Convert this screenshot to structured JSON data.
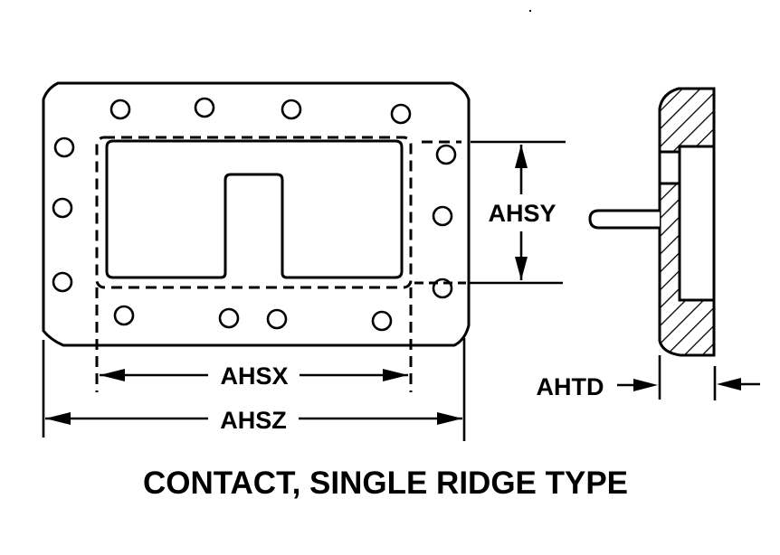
{
  "diagram": {
    "title": "CONTACT, SINGLE RIDGE TYPE",
    "line_color": "#000000",
    "background_color": "#ffffff",
    "front_view": {
      "name": "flange front view",
      "bolt_hole_count": 14,
      "features": [
        "outer flange outline",
        "waveguide opening with single ridge",
        "dashed contact boundary"
      ]
    },
    "side_view": {
      "name": "flange section view",
      "features": [
        "hatched cross-section",
        "locating pin"
      ]
    },
    "dimensions": {
      "ahsx": "AHSX",
      "ahsy": "AHSY",
      "ahsz": "AHSZ",
      "ahtd": "AHTD"
    }
  }
}
